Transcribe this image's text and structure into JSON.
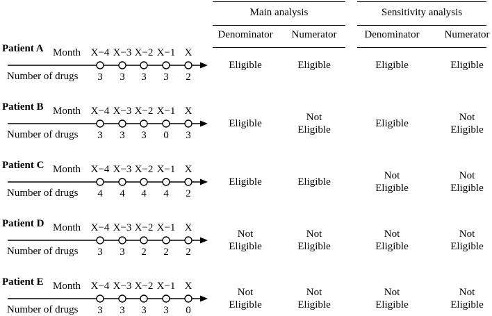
{
  "header": {
    "groups": [
      {
        "label": "Main analysis",
        "columns": [
          "Denominator",
          "Numerator"
        ]
      },
      {
        "label": "Sensitivity analysis",
        "columns": [
          "Denominator",
          "Numerator"
        ]
      }
    ]
  },
  "labels": {
    "month": "Month",
    "number_of_drugs": "Number of drugs"
  },
  "months": [
    "X−4",
    "X−3",
    "X−2",
    "X−1",
    "X"
  ],
  "patients": [
    {
      "name": "Patient A",
      "drugs": [
        "3",
        "3",
        "3",
        "3",
        "2"
      ],
      "cells": [
        [
          "Eligible"
        ],
        [
          "Eligible"
        ],
        [
          "Eligible"
        ],
        [
          "Eligible"
        ]
      ]
    },
    {
      "name": "Patient B",
      "drugs": [
        "3",
        "3",
        "3",
        "0",
        "3"
      ],
      "cells": [
        [
          "Eligible"
        ],
        [
          "Not",
          "Eligible"
        ],
        [
          "Eligible"
        ],
        [
          "Not",
          "Eligible"
        ]
      ]
    },
    {
      "name": "Patient C",
      "drugs": [
        "4",
        "4",
        "4",
        "4",
        "2"
      ],
      "cells": [
        [
          "Eligible"
        ],
        [
          "Eligible"
        ],
        [
          "Not",
          "Eligible"
        ],
        [
          "Not",
          "Eligible"
        ]
      ]
    },
    {
      "name": "Patient D",
      "drugs": [
        "3",
        "3",
        "2",
        "2",
        "2"
      ],
      "cells": [
        [
          "Not",
          "Eligible"
        ],
        [
          "Not",
          "Eligible"
        ],
        [
          "Not",
          "Eligible"
        ],
        [
          "Not",
          "Eligible"
        ]
      ]
    },
    {
      "name": "Patient E",
      "drugs": [
        "3",
        "3",
        "3",
        "3",
        "0"
      ],
      "cells": [
        [
          "Not",
          "Eligible"
        ],
        [
          "Not",
          "Eligible"
        ],
        [
          "Not",
          "Eligible"
        ],
        [
          "Not",
          "Eligible"
        ]
      ]
    }
  ]
}
